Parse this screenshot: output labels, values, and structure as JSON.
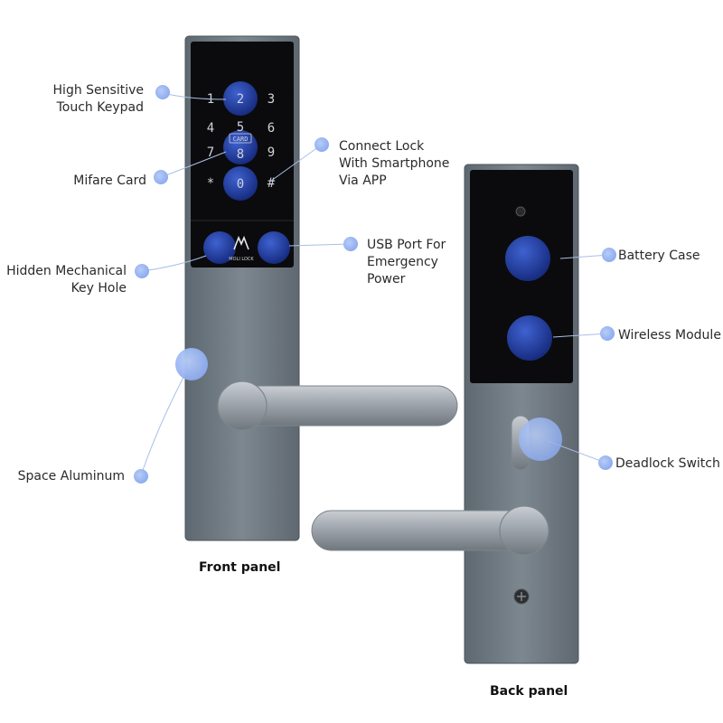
{
  "panels": {
    "front_caption": "Front panel",
    "back_caption": "Back panel"
  },
  "brand": {
    "logo_text": "MOLI LOCK"
  },
  "keypad": {
    "keys": [
      "1",
      "2",
      "3",
      "4",
      "5",
      "6",
      "7",
      "8",
      "9",
      "*",
      "0",
      "#"
    ],
    "card_label": "CARD"
  },
  "callouts": {
    "touch_keypad": [
      "High Sensitive",
      "Touch Keypad"
    ],
    "mifare_card": [
      "Mifare Card"
    ],
    "connect_lock": [
      "Connect Lock",
      "With Smartphone",
      "Via APP"
    ],
    "usb_port": [
      "USB Port For",
      "Emergency",
      "Power"
    ],
    "hidden_key": [
      "Hidden Mechanical",
      "Key Hole"
    ],
    "space_aluminum": [
      "Space Aluminum"
    ],
    "battery_case": [
      "Battery Case"
    ],
    "wireless_module": [
      "Wireless Module"
    ],
    "deadlock_switch": [
      "Deadlock Switch"
    ]
  },
  "colors": {
    "marker": "#8fb0f0",
    "accent_blue": "#1f3fa3",
    "panel_metal": "#6f7a82",
    "glass": "#0b0b0d"
  }
}
